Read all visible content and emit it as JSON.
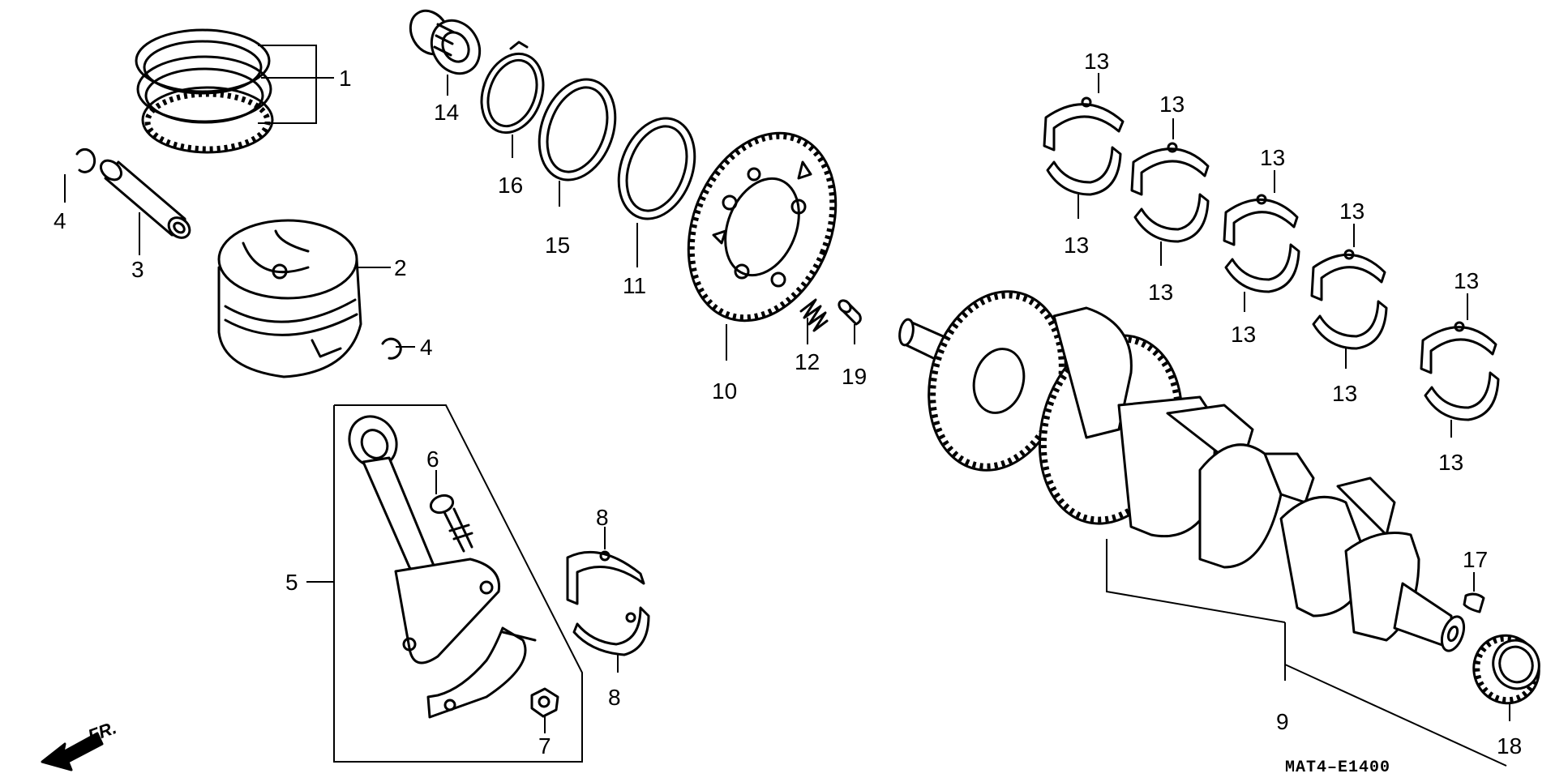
{
  "diagram": {
    "code": "MAT4–E1400",
    "direction": "FR."
  },
  "callouts": {
    "n1": "1",
    "n2": "2",
    "n3": "3",
    "n4a": "4",
    "n4b": "4",
    "n5": "5",
    "n6": "6",
    "n7": "7",
    "n8a": "8",
    "n8b": "8",
    "n9": "9",
    "n10": "10",
    "n11": "11",
    "n12": "12",
    "n13a": "13",
    "n13b": "13",
    "n13c": "13",
    "n13d": "13",
    "n13e": "13",
    "n13f": "13",
    "n13g": "13",
    "n13h": "13",
    "n13i": "13",
    "n13j": "13",
    "n14": "14",
    "n15": "15",
    "n16": "16",
    "n17": "17",
    "n18": "18",
    "n19": "19"
  }
}
